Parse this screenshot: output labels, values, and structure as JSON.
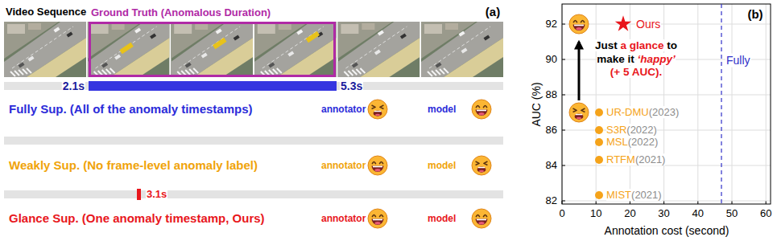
{
  "diagram": {
    "nodes": [
      {
        "text": [
          "Ground Truth (Anomalous Duration)"
        ]
      }
    ],
    "labels": [
      "Video Sequence",
      "(a)",
      "2.1s",
      "5.3s",
      "Fully Sup. (All of the anomaly timestamps)",
      "annotator",
      "model",
      "Weakly Sup. (No frame-level anomaly label)",
      "annotator",
      "model",
      "3.1s",
      "Glance Sup. (One anomaly timestamp, Ours)",
      "annotator",
      "model",
      "(b)",
      "92",
      "90",
      "88",
      "86",
      "84",
      "82",
      "0",
      "10",
      "20",
      "30",
      "40",
      "50",
      "60",
      "AUC (%)",
      "Annotation cost (second)",
      "Fully",
      "Ours",
      "Just",
      "a glance",
      "to",
      "make it",
      "‘happy’",
      "(+ 5 AUC).",
      "UR-DMU",
      "(2023)",
      "S3R",
      "(2022)",
      "MSL",
      "(2022)",
      "RTFM",
      "(2021)",
      "MIST",
      "(2021)"
    ]
  }
}
